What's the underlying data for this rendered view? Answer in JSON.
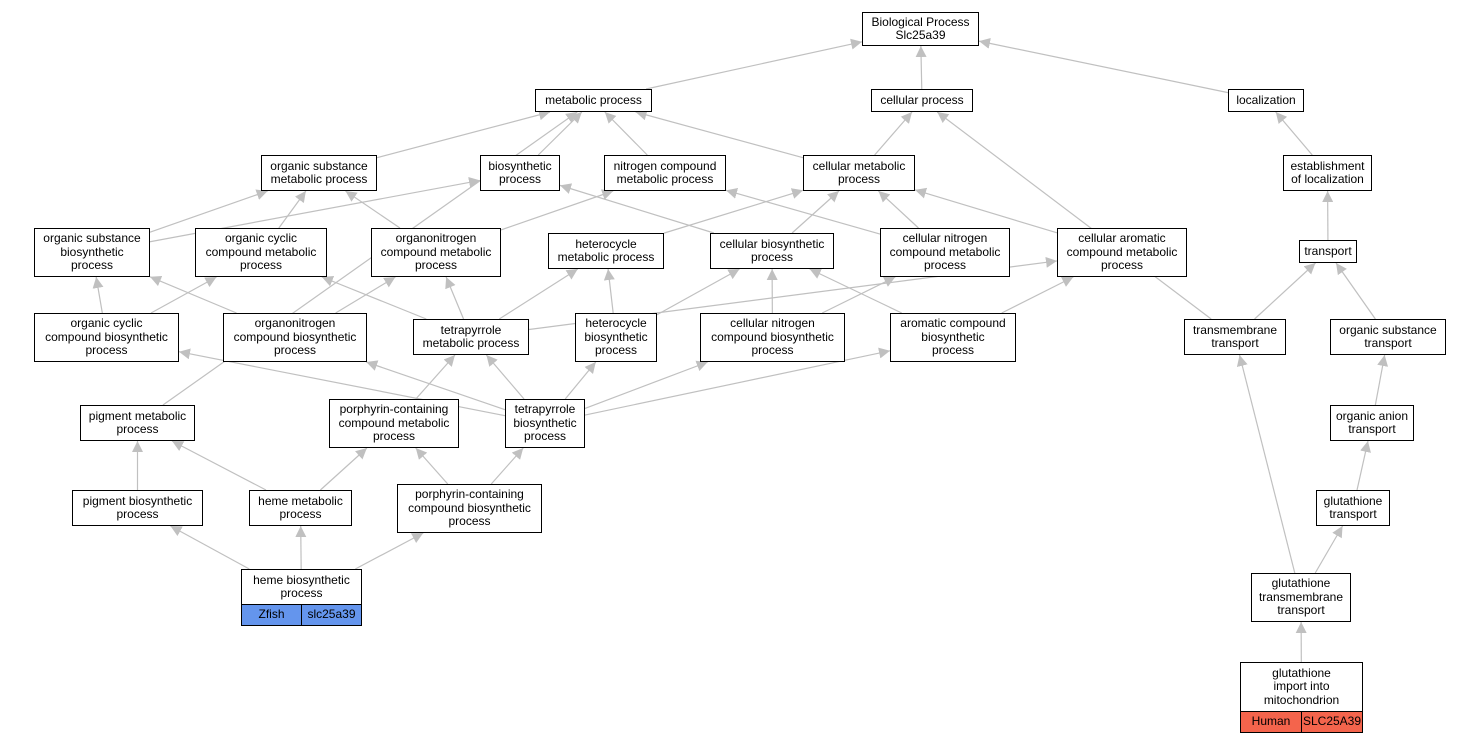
{
  "colors": {
    "edge": "#c0c0c0",
    "node_border": "#000000",
    "node_fill": "#ffffff",
    "zfish_tag": "#6495ed",
    "human_tag": "#f4644c"
  },
  "nodes": [
    {
      "id": "root",
      "label": "Biological Process\nSlc25a39"
    },
    {
      "id": "metabolic",
      "label": "metabolic process"
    },
    {
      "id": "cellular",
      "label": "cellular process"
    },
    {
      "id": "localization",
      "label": "localization"
    },
    {
      "id": "org_sub_met",
      "label": "organic substance\nmetabolic process"
    },
    {
      "id": "biosynthetic",
      "label": "biosynthetic\nprocess"
    },
    {
      "id": "nitro_met",
      "label": "nitrogen compound\nmetabolic process"
    },
    {
      "id": "cell_met",
      "label": "cellular metabolic\nprocess"
    },
    {
      "id": "estab_loc",
      "label": "establishment\nof localization"
    },
    {
      "id": "org_sub_bio",
      "label": "organic substance\nbiosynthetic\nprocess"
    },
    {
      "id": "org_cyc_met",
      "label": "organic cyclic\ncompound metabolic\nprocess"
    },
    {
      "id": "orgnitro_met",
      "label": "organonitrogen\ncompound metabolic\nprocess"
    },
    {
      "id": "hetero_met",
      "label": "heterocycle\nmetabolic process"
    },
    {
      "id": "cell_bio",
      "label": "cellular biosynthetic\nprocess"
    },
    {
      "id": "cell_nitro_met",
      "label": "cellular nitrogen\ncompound metabolic\nprocess"
    },
    {
      "id": "cell_arom_met",
      "label": "cellular aromatic\ncompound metabolic\nprocess"
    },
    {
      "id": "transport",
      "label": "transport"
    },
    {
      "id": "org_cyc_bio",
      "label": "organic cyclic\ncompound biosynthetic\nprocess"
    },
    {
      "id": "orgnitro_bio",
      "label": "organonitrogen\ncompound biosynthetic\nprocess"
    },
    {
      "id": "tetra_met",
      "label": "tetrapyrrole\nmetabolic process"
    },
    {
      "id": "hetero_bio",
      "label": "heterocycle\nbiosynthetic\nprocess"
    },
    {
      "id": "cell_nitro_bio",
      "label": "cellular nitrogen\ncompound biosynthetic\nprocess"
    },
    {
      "id": "arom_bio",
      "label": "aromatic compound\nbiosynthetic\nprocess"
    },
    {
      "id": "transmembrane",
      "label": "transmembrane\ntransport"
    },
    {
      "id": "org_sub_trans",
      "label": "organic substance\ntransport"
    },
    {
      "id": "pigment_met",
      "label": "pigment metabolic\nprocess"
    },
    {
      "id": "porph_met",
      "label": "porphyrin-containing\ncompound metabolic\nprocess"
    },
    {
      "id": "tetra_bio",
      "label": "tetrapyrrole\nbiosynthetic\nprocess"
    },
    {
      "id": "org_anion",
      "label": "organic anion\ntransport"
    },
    {
      "id": "pigment_bio",
      "label": "pigment biosynthetic\nprocess"
    },
    {
      "id": "heme_met",
      "label": "heme metabolic\nprocess"
    },
    {
      "id": "porph_bio",
      "label": "porphyrin-containing\ncompound biosynthetic\nprocess"
    },
    {
      "id": "gsh_trans",
      "label": "glutathione\ntransport"
    },
    {
      "id": "gsh_tm",
      "label": "glutathione\ntransmembrane\ntransport"
    },
    {
      "id": "heme_bio",
      "label": "heme biosynthetic\nprocess",
      "tags": [
        {
          "text": "Zfish",
          "color": "#6495ed"
        },
        {
          "text": "slc25a39",
          "color": "#6495ed"
        }
      ]
    },
    {
      "id": "gsh_import",
      "label": "glutathione\nimport into\nmitochondrion",
      "tags": [
        {
          "text": "Human",
          "color": "#f4644c"
        },
        {
          "text": "SLC25A39",
          "color": "#f4644c"
        }
      ]
    }
  ],
  "edges": [
    [
      "metabolic",
      "root"
    ],
    [
      "cellular",
      "root"
    ],
    [
      "localization",
      "root"
    ],
    [
      "org_sub_met",
      "metabolic"
    ],
    [
      "biosynthetic",
      "metabolic"
    ],
    [
      "nitro_met",
      "metabolic"
    ],
    [
      "cell_met",
      "metabolic"
    ],
    [
      "cell_met",
      "cellular"
    ],
    [
      "estab_loc",
      "localization"
    ],
    [
      "org_sub_bio",
      "org_sub_met"
    ],
    [
      "org_sub_bio",
      "biosynthetic"
    ],
    [
      "org_cyc_met",
      "org_sub_met"
    ],
    [
      "orgnitro_met",
      "org_sub_met"
    ],
    [
      "orgnitro_met",
      "nitro_met"
    ],
    [
      "hetero_met",
      "cell_met"
    ],
    [
      "cell_bio",
      "biosynthetic"
    ],
    [
      "cell_bio",
      "cell_met"
    ],
    [
      "cell_nitro_met",
      "nitro_met"
    ],
    [
      "cell_nitro_met",
      "cell_met"
    ],
    [
      "cell_arom_met",
      "cell_met"
    ],
    [
      "transport",
      "estab_loc"
    ],
    [
      "org_cyc_bio",
      "org_sub_bio"
    ],
    [
      "org_cyc_bio",
      "org_cyc_met"
    ],
    [
      "orgnitro_bio",
      "org_sub_bio"
    ],
    [
      "orgnitro_bio",
      "orgnitro_met"
    ],
    [
      "tetra_met",
      "org_cyc_met"
    ],
    [
      "tetra_met",
      "orgnitro_met"
    ],
    [
      "tetra_met",
      "hetero_met"
    ],
    [
      "tetra_met",
      "cell_arom_met"
    ],
    [
      "hetero_bio",
      "hetero_met"
    ],
    [
      "hetero_bio",
      "cell_bio"
    ],
    [
      "cell_nitro_bio",
      "cell_bio"
    ],
    [
      "cell_nitro_bio",
      "cell_nitro_met"
    ],
    [
      "arom_bio",
      "cell_bio"
    ],
    [
      "arom_bio",
      "cell_arom_met"
    ],
    [
      "transmembrane",
      "transport"
    ],
    [
      "transmembrane",
      "cellular"
    ],
    [
      "org_sub_trans",
      "transport"
    ],
    [
      "pigment_met",
      "metabolic"
    ],
    [
      "porph_met",
      "tetra_met"
    ],
    [
      "tetra_bio",
      "tetra_met"
    ],
    [
      "tetra_bio",
      "hetero_bio"
    ],
    [
      "tetra_bio",
      "cell_nitro_bio"
    ],
    [
      "tetra_bio",
      "arom_bio"
    ],
    [
      "tetra_bio",
      "org_cyc_bio"
    ],
    [
      "tetra_bio",
      "orgnitro_bio"
    ],
    [
      "org_anion",
      "org_sub_trans"
    ],
    [
      "pigment_bio",
      "pigment_met"
    ],
    [
      "heme_met",
      "pigment_met"
    ],
    [
      "heme_met",
      "porph_met"
    ],
    [
      "porph_bio",
      "porph_met"
    ],
    [
      "porph_bio",
      "tetra_bio"
    ],
    [
      "gsh_trans",
      "org_anion"
    ],
    [
      "gsh_tm",
      "gsh_trans"
    ],
    [
      "gsh_tm",
      "transmembrane"
    ],
    [
      "heme_bio",
      "pigment_bio"
    ],
    [
      "heme_bio",
      "heme_met"
    ],
    [
      "heme_bio",
      "porph_bio"
    ],
    [
      "gsh_import",
      "gsh_tm"
    ]
  ]
}
